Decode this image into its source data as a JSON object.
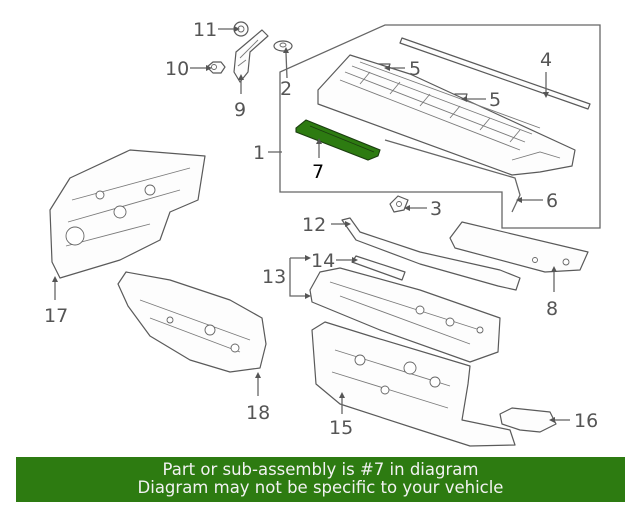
{
  "callouts": {
    "c1": "1",
    "c2": "2",
    "c3": "3",
    "c4": "4",
    "c5a": "5",
    "c5b": "5",
    "c6": "6",
    "c7": "7",
    "c8": "8",
    "c9": "9",
    "c10": "10",
    "c11": "11",
    "c12": "12",
    "c13": "13",
    "c14": "14",
    "c15": "15",
    "c16": "16",
    "c17": "17",
    "c18": "18"
  },
  "highlight": {
    "part": "7",
    "color": "#2d7b11"
  },
  "banner": {
    "line1": "Part or sub-assembly is #7 in diagram",
    "line2": "Diagram may not be specific to your vehicle"
  }
}
